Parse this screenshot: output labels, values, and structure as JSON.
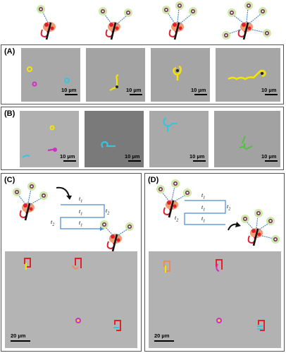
{
  "panels": {
    "A": {
      "label": "(A)",
      "scale_text": [
        "10 µm",
        "10 µm",
        "10 µm",
        "10 µm"
      ]
    },
    "B": {
      "label": "(B)",
      "scale_text": [
        "10 µm",
        "10 µm",
        "10 µm",
        "10 µm"
      ]
    },
    "C": {
      "label": "(C)",
      "scale_text": "20 µm",
      "t_labels": [
        "t",
        "t",
        "t",
        "t",
        "t"
      ],
      "t_subs": [
        "1",
        "1",
        "1",
        "2",
        "2"
      ]
    },
    "D": {
      "label": "(D)",
      "scale_text": "20 µm",
      "t_labels": [
        "t",
        "t",
        "t",
        "t",
        "t"
      ],
      "t_subs": [
        "1",
        "1",
        "1",
        "2",
        "2"
      ]
    }
  },
  "colors": {
    "particle_orange": "#f08a5a",
    "flag_red": "#e0202a",
    "dna_blue": "#4a8ad0",
    "bead_green": "#c8e6a0",
    "track_yellow": "#f5e400",
    "track_cyan": "#32c6e0",
    "track_magenta": "#d030c0",
    "track_green": "#50c040"
  }
}
